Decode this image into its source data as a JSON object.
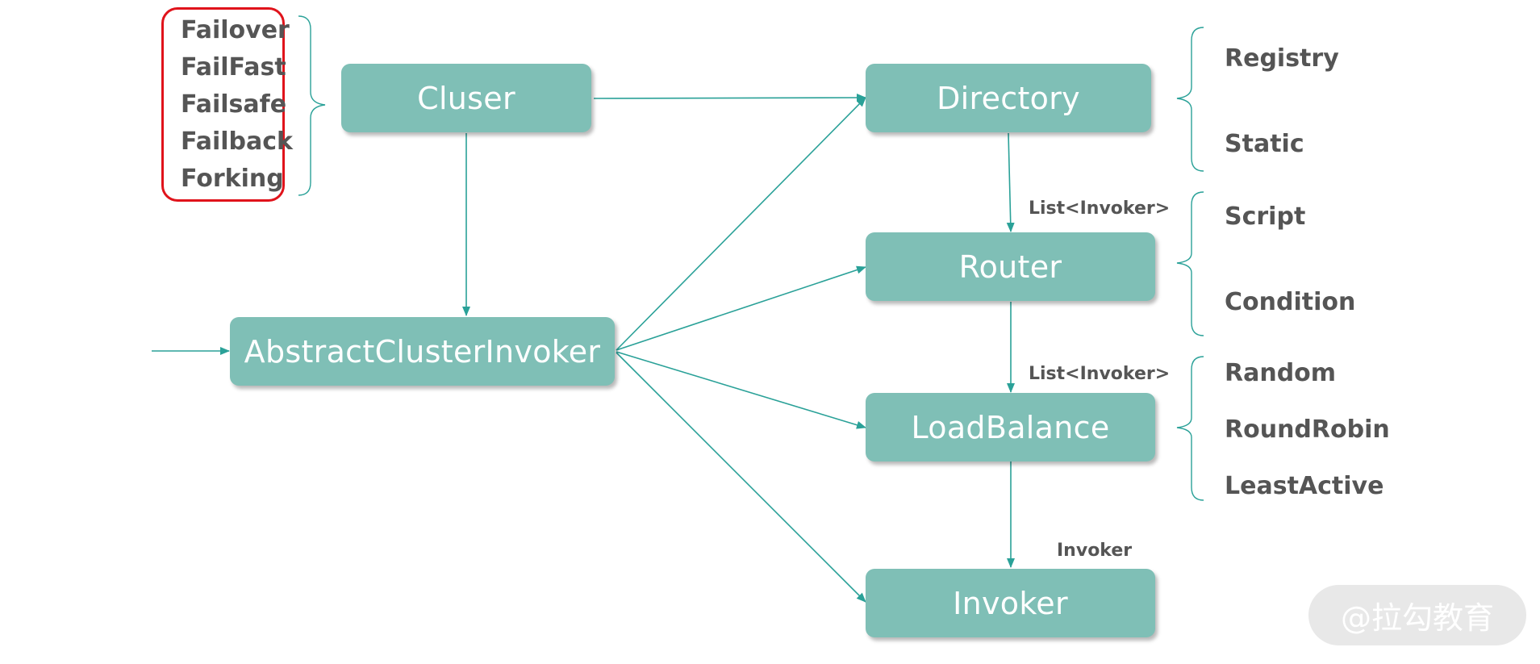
{
  "nodes": {
    "cluster": "Cluser",
    "directory": "Directory",
    "router": "Router",
    "abstract_cluster_invoker": "AbstractClusterInvoker",
    "load_balance": "LoadBalance",
    "invoker": "Invoker"
  },
  "cluster_strategies": [
    "Failover",
    "FailFast",
    "Failsafe",
    "Failback",
    "Forking"
  ],
  "directory_types": [
    "Registry",
    "Static"
  ],
  "router_types": [
    "Script",
    "Condition"
  ],
  "load_balance_types": [
    "Random",
    "RoundRobin",
    "LeastActive"
  ],
  "edge_labels": {
    "directory_to_router": "List<Invoker>",
    "router_to_load_balance": "List<Invoker>",
    "load_balance_to_invoker": "Invoker"
  },
  "watermark": "@拉勾教育",
  "colors": {
    "node_fill": "#7fbfb6",
    "arrow": "#2aa198",
    "highlight_border": "#e0131b",
    "text": "#555555"
  }
}
